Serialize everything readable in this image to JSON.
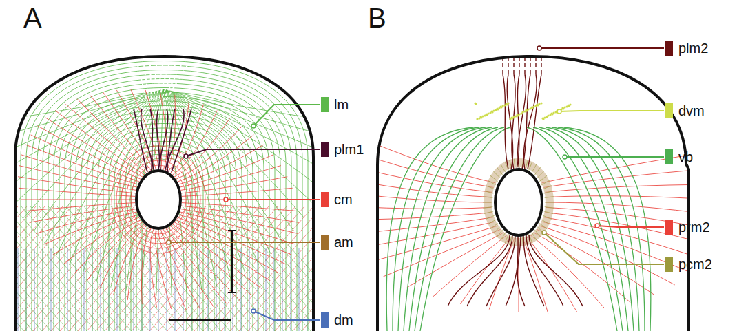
{
  "diagram": {
    "labels": [
      "A",
      "B"
    ],
    "legend": [
      {
        "text": "lm",
        "color": "#5cb84a"
      },
      {
        "text": "plm1",
        "color": "#4a0d2c"
      },
      {
        "text": "cm",
        "color": "#ea4038"
      },
      {
        "text": "am",
        "color": "#a06e2a"
      },
      {
        "text": "dm",
        "color": "#4a6fb8"
      },
      {
        "text": "plm2",
        "color": "#6a1010"
      },
      {
        "text": "dvm",
        "color": "#cddc4a"
      },
      {
        "text": "vb",
        "color": "#4caf50"
      },
      {
        "text": "prm2",
        "color": "#ea4038"
      },
      {
        "text": "pcm2",
        "color": "#9c9a3c"
      }
    ]
  }
}
